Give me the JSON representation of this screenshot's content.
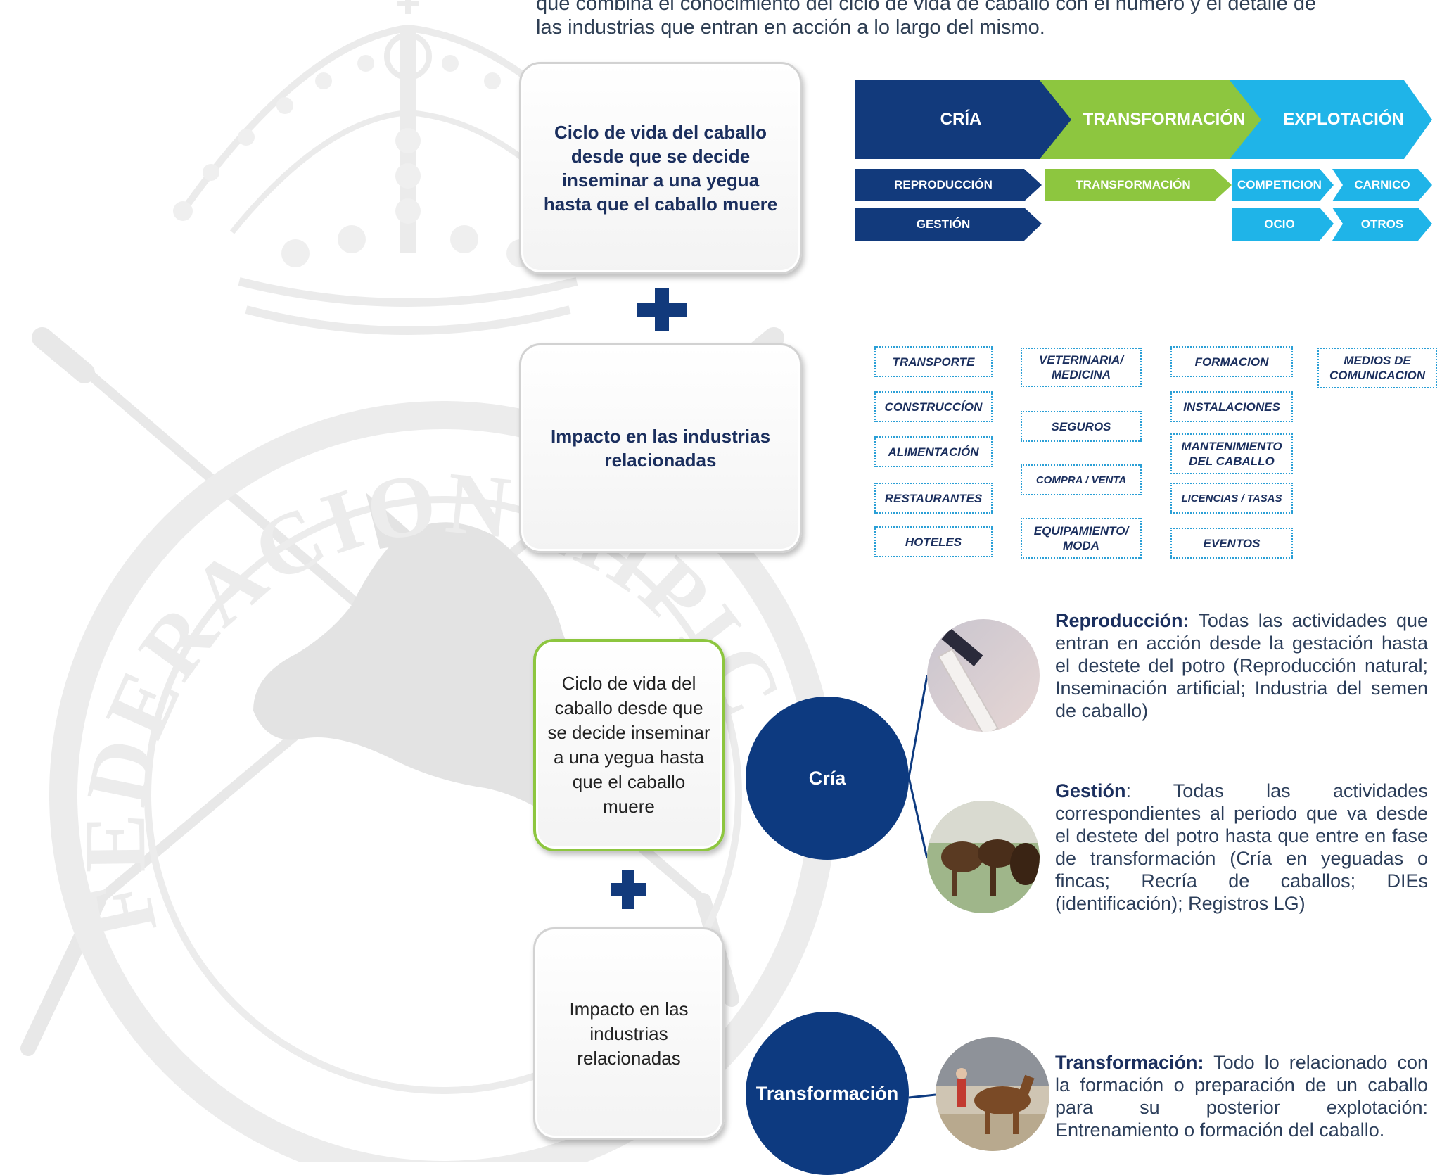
{
  "intro": {
    "line1": "que combina el conocimiento del ciclo de vida de caballo con el número y el detalle de",
    "line2": "las industrias que entran en acción a lo largo del mismo."
  },
  "top_box": "Ciclo de vida del caballo desde que se decide inseminar a una yegua hasta que el caballo muere",
  "impact_box": "Impacto en las industrias relacionadas",
  "phases": [
    {
      "label": "CRÍA",
      "color": "#123a7c"
    },
    {
      "label": "TRANSFORMACIÓN",
      "color": "#8dc63f"
    },
    {
      "label": "EXPLOTACIÓN",
      "color": "#1fb4e8"
    }
  ],
  "sub_phases": {
    "cria": [
      "REPRODUCCIÓN",
      "GESTIÓN"
    ],
    "transformacion": [
      "TRANSFORMACIÓN"
    ],
    "explotacion": [
      "COMPETICION",
      "CARNICO",
      "OCIO",
      "OTROS"
    ]
  },
  "industries": {
    "col1": [
      "TRANSPORTE",
      "CONSTRUCCÍON",
      "ALIMENTACIÓN",
      "RESTAURANTES",
      "HOTELES"
    ],
    "col2": [
      "VETERINARIA/ MEDICINA",
      "SEGUROS",
      "COMPRA / VENTA",
      "EQUIPAMIENTO/ MODA"
    ],
    "col3": [
      "FORMACION",
      "INSTALACIONES",
      "MANTENIMIENTO DEL CABALLO",
      "LICENCIAS / TASAS",
      "EVENTOS"
    ],
    "col4": [
      "MEDIOS DE COMUNICACION"
    ]
  },
  "bottom_box1": "Ciclo de vida del caballo desde que se decide inseminar a una yegua hasta que el caballo muere",
  "bottom_box2": "Impacto en las industrias relacionadas",
  "circles": {
    "cria": "Cría",
    "transformacion": "Transformación"
  },
  "descriptions": {
    "reproduccion": {
      "term": "Reproducción:",
      "text": " Todas las actividades que entran en acción desde la gestación hasta el destete del potro (Reproducción natural; Inseminación artificial; Industria del semen de caballo)"
    },
    "gestion": {
      "term": "Gestión",
      "text": ": Todas las actividades correspondientes al periodo que va desde el destete del potro hasta que entre en fase de transformación (Cría en yeguadas o fincas; Recría de caballos; DIEs (identificación); Registros LG)"
    },
    "transformacion": {
      "term": "Transformación:",
      "text": " Todo lo relacionado con la formación o preparación de un caballo para su posterior explotación: Entrenamiento o formación del caballo."
    }
  },
  "watermark": {
    "text": "FEDERACION HIPICA ESPAÑOLA"
  },
  "colors": {
    "navy": "#123a7c",
    "green": "#8dc63f",
    "cyan": "#1fb4e8",
    "circle_navy": "#0d3a80"
  }
}
